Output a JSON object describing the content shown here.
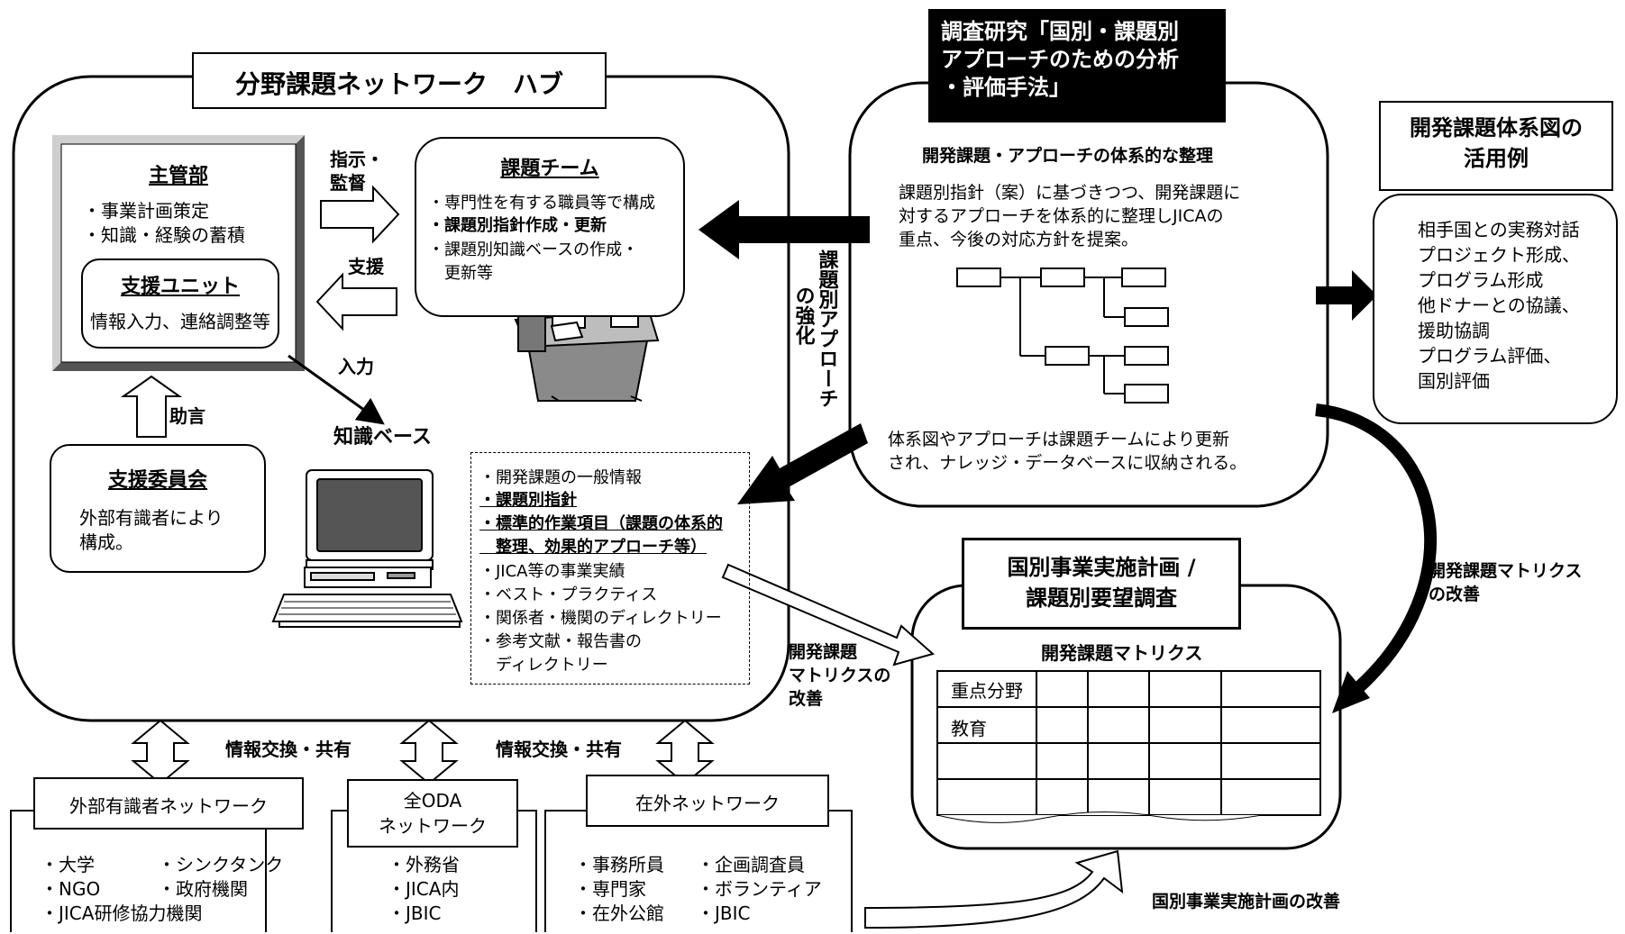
{
  "hub": {
    "title": "分野課題ネットワーク　ハブ",
    "main_dept": {
      "title": "主管部",
      "items": [
        "・事業計画策定",
        "・知識・経験の蓄積"
      ]
    },
    "support_unit": {
      "title": "支援ユニット",
      "desc": "情報入力、連絡調整等"
    },
    "task_team": {
      "title": "課題チーム",
      "items": [
        "・専門性を有する職員等で構成",
        "・課題別指針作成・更新",
        "・課題別知識ベースの作成・",
        "　更新等"
      ]
    },
    "support_committee": {
      "title": "支援委員会",
      "desc": [
        "外部有識者により",
        "構成。"
      ]
    },
    "arrow_instruct": [
      "指示・",
      "監督"
    ],
    "arrow_support": "支援",
    "arrow_advice": "助言",
    "arrow_input": "入力",
    "knowledge_base": "知識ベース",
    "kb_items": [
      "・開発課題の一般情報",
      "・課題別指針",
      "・標準的作業項目（課題の体系的",
      "　整理、効果的アプローチ等）",
      "・JICA等の事業実績",
      "・ベスト・プラクティス",
      "・関係者・機関のディレクトリー",
      "・参考文献・報告書の",
      "　ディレクトリー"
    ]
  },
  "research": {
    "header": [
      "調査研究「国別・課題別",
      "アプローチのための分析",
      "・評価手法」"
    ],
    "subtitle": "開発課題・アプローチの体系的な整理",
    "desc": [
      "課題別指針（案）に基づきつつ、開発課題に",
      "対するアプローチを体系的に整理しJICAの",
      "重点、今後の対応方針を提案。"
    ],
    "footer": [
      "体系図やアプローチは課題チームにより更新",
      "され、ナレッジ・データベースに収納される。"
    ],
    "vertical_label": [
      "課題別アプローチ",
      "の強化"
    ]
  },
  "usage": {
    "title": [
      "開発課題体系図の",
      "活用例"
    ],
    "items": [
      "相手国との実務対話",
      "プロジェクト形成、",
      "プログラム形成",
      "他ドナーとの協議、",
      "援助協調",
      "プログラム評価、",
      "国別評価"
    ]
  },
  "plan": {
    "title": [
      "国別事業実施計画 /",
      "課題別要望調査"
    ],
    "matrix_title": "開発課題マトリクス",
    "rows": [
      "重点分野",
      "教育",
      "",
      ""
    ],
    "improve_right": [
      "開発課題マトリクス",
      "の改善"
    ],
    "improve_left": [
      "開発課題",
      "マトリクスの",
      "改善"
    ],
    "improve_bottom": "国別事業実施計画の改善"
  },
  "networks": {
    "exchange": "情報交換・共有",
    "external": {
      "title": "外部有識者ネットワーク",
      "col1": [
        "・大学",
        "・NGO",
        "・JICA研修協力機関"
      ],
      "col2": [
        "・シンクタンク",
        "・政府機関"
      ]
    },
    "oda": {
      "title": [
        "全ODA",
        "ネットワーク"
      ],
      "items": [
        "・外務省",
        "・JICA内",
        "・JBIC"
      ]
    },
    "overseas": {
      "title": "在外ネットワーク",
      "col1": [
        "・事務所員",
        "・専門家",
        "・在外公館"
      ],
      "col2": [
        "・企画調査員",
        "・ボランティア",
        "・JBIC"
      ]
    }
  }
}
